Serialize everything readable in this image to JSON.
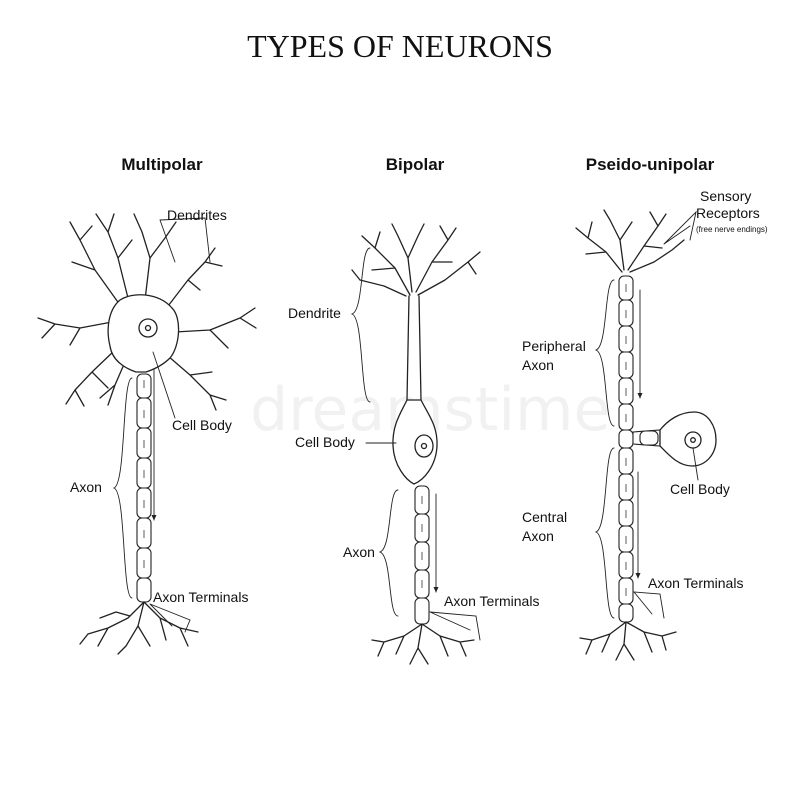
{
  "title": "TYPES OF NEURONS",
  "watermark": "dreamstime",
  "colors": {
    "line": "#222222",
    "background": "#ffffff"
  },
  "neurons": {
    "multipolar": {
      "heading": "Multipolar",
      "labels": {
        "dendrites": "Dendrites",
        "cell_body": "Cell Body",
        "axon": "Axon",
        "axon_terminals": "Axon Terminals"
      }
    },
    "bipolar": {
      "heading": "Bipolar",
      "labels": {
        "dendrite": "Dendrite",
        "cell_body": "Cell Body",
        "axon": "Axon",
        "axon_terminals": "Axon Terminals"
      }
    },
    "pseudo_unipolar": {
      "heading": "Pseido-unipolar",
      "labels": {
        "sensory_line1": "Sensory",
        "sensory_line2": "Receptors",
        "sensory_note": "(free nerve endings)",
        "peripheral_line1": "Peripheral",
        "peripheral_line2": "Axon",
        "cell_body": "Cell Body",
        "central_line1": "Central",
        "central_line2": "Axon",
        "axon_terminals": "Axon Terminals"
      }
    }
  }
}
